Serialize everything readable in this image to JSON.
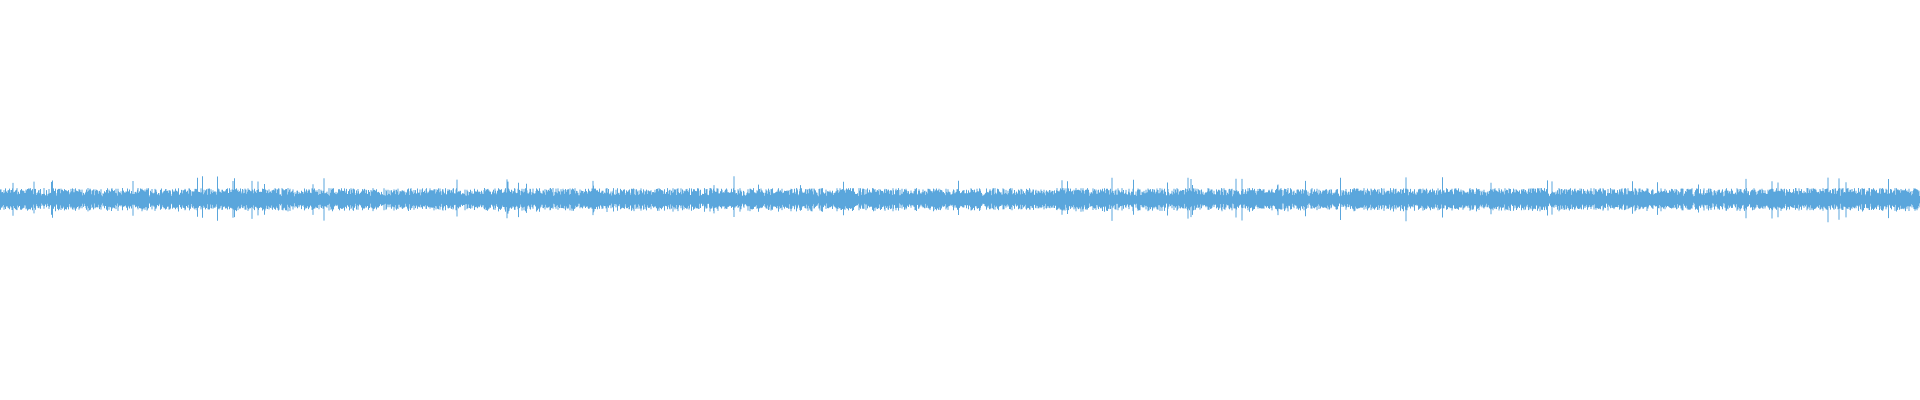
{
  "waveform": {
    "color": "#5aa6dc",
    "background": "#ffffff",
    "amplitude_level": 0.03,
    "peak_level": 0.06,
    "center_level": 0.5
  }
}
